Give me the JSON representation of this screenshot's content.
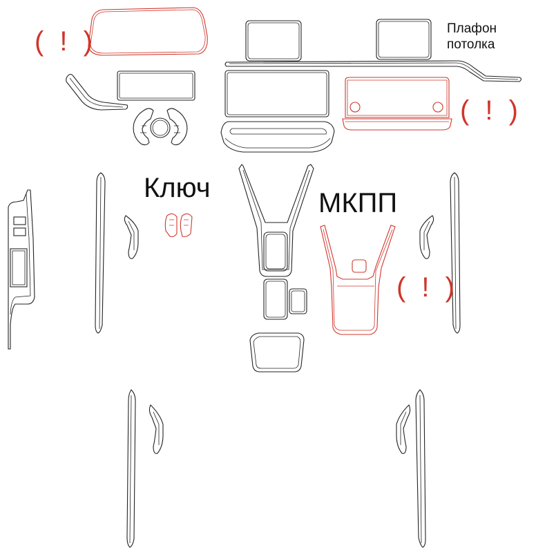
{
  "labels": {
    "key": "Ключ",
    "gearbox": "МКПП",
    "ceiling_line1": "Плафон",
    "ceiling_line2": "потолка"
  },
  "warnings": [
    {
      "text": "( ! )"
    },
    {
      "text": "( ! )"
    },
    {
      "text": "( ! )"
    }
  ],
  "colors": {
    "outline": "#222222",
    "highlight": "#d0352b",
    "label": "#111111",
    "background": "#ffffff"
  }
}
